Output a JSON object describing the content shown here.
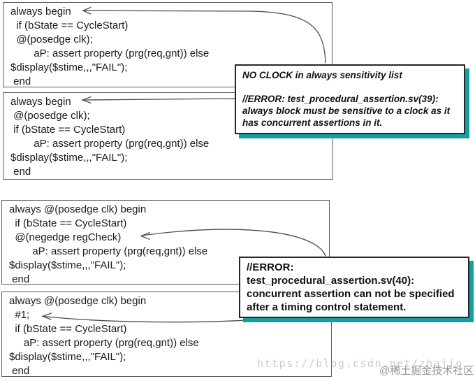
{
  "figure": {
    "description": "SystemVerilog procedural concurrent assertion error examples",
    "background": "#ffffff"
  },
  "colors": {
    "code_box_border": "#59595c",
    "callout_border": "#262626",
    "callout_shadow_teal": "#14a0a0",
    "arrow": "#4c4c4c",
    "code_text": "#1a1a1a",
    "watermark_url_text": "#9eaac6",
    "watermark_badge_text": "#767676"
  },
  "code_boxes": [
    {
      "name": "always-no-clock-if-before-event",
      "lines": [
        "always begin",
        "  if (bState == CycleStart)",
        "  @(posedge clk);",
        "        aP: assert property (prg(req,gnt)) else",
        "$display($stime,,,\"FAIL\");",
        " end"
      ]
    },
    {
      "name": "always-no-clock-event-before-if",
      "lines": [
        "always begin",
        " @(posedge clk);",
        " if (bState == CycleStart)",
        "        aP: assert property (prg(req,gnt)) else",
        "$display($stime,,,\"FAIL\");",
        " end"
      ]
    },
    {
      "name": "always-clocked-negedge-timing-control",
      "lines": [
        "always @(posedge clk) begin",
        "  if (bState == CycleStart)",
        "  @(negedge regCheck)",
        "        aP: assert property (prg(req,gnt)) else",
        "$display($stime,,,\"FAIL\");",
        " end"
      ]
    },
    {
      "name": "always-clocked-delay-timing-control",
      "lines": [
        "always @(posedge clk) begin",
        "  #1;",
        "  if (bState == CycleStart)",
        "     aP: assert property (prg(req,gnt)) else",
        "$display($stime,,,\"FAIL\");",
        " end"
      ]
    }
  ],
  "callouts": [
    {
      "name": "no-clock-error",
      "lines": [
        "NO CLOCK in always sensitivity list",
        "",
        "//ERROR: test_procedural_assertion.sv(39):",
        "always block must be sensitive to a clock as it",
        "has concurrent assertions in it."
      ]
    },
    {
      "name": "timing-control-error",
      "lines": [
        "//ERROR:",
        "test_procedural_assertion.sv(40):",
        "concurrent assertion can not be specified",
        "after a timing control statement."
      ]
    }
  ],
  "watermark": {
    "url": "https://blog.csdn.net/zhajio",
    "community": "@稀土掘金技术社区"
  }
}
